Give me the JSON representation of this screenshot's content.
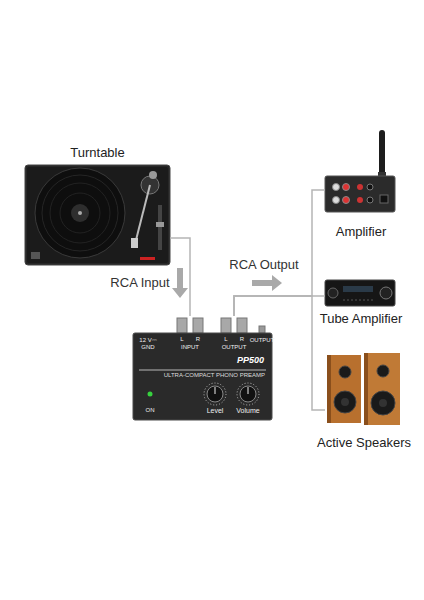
{
  "diagram": {
    "nodes": [
      {
        "text": [
          "Turntable"
        ]
      },
      {
        "text": [
          "PP500",
          "ULTRA-COMPACT PHONO PREAMP"
        ]
      },
      {
        "text": [
          "Amplifier"
        ]
      },
      {
        "text": [
          "Tube Amplifier"
        ]
      },
      {
        "text": [
          "Active Speakers"
        ]
      }
    ],
    "edges": [
      {
        "from": 0,
        "to": 1,
        "arrow": "none",
        "label": "RCA Input"
      },
      {
        "from": 1,
        "to": 2,
        "arrow": "none",
        "label": "RCA Output"
      },
      {
        "from": 1,
        "to": 3,
        "arrow": "none"
      },
      {
        "from": 1,
        "to": 4,
        "arrow": "none"
      }
    ],
    "labels": [
      "12 V⎓",
      "GND",
      "L",
      "R",
      "INPUT",
      "L",
      "R",
      "OUTPUT",
      "OUTPUT",
      "Level",
      "Volume",
      "ON"
    ]
  }
}
